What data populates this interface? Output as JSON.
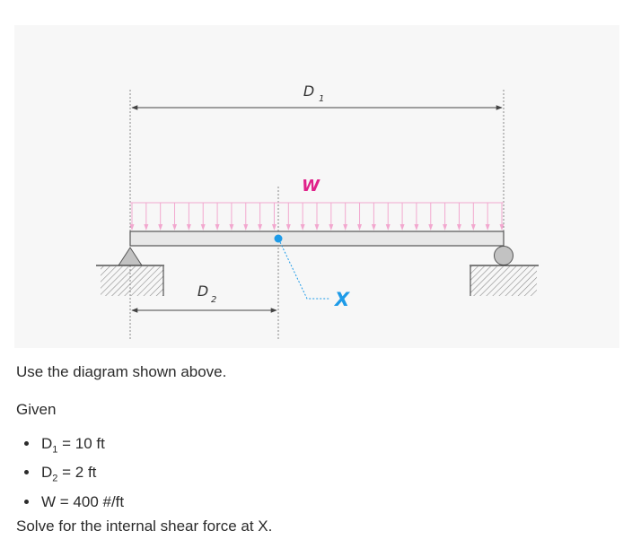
{
  "diagram": {
    "labels": {
      "d1": "D",
      "d1_sub": "1",
      "d2": "D",
      "d2_sub": "2",
      "load": "W",
      "point": "X"
    },
    "colors": {
      "load": "#e0218a",
      "load_arrows": "#f2a8cf",
      "point": "#1e9be8",
      "point_leader": "#1e9be8",
      "beam_fill": "#e8e8e8",
      "beam_stroke": "#555555",
      "support_fill": "#c2c2c2"
    }
  },
  "text": {
    "intro": "Use the diagram shown above.",
    "given_title": "Given",
    "given": [
      {
        "name": "D",
        "sub": "1",
        "rest": " = 10 ft"
      },
      {
        "name": "D",
        "sub": "2",
        "rest": " = 2 ft"
      },
      {
        "name": "W",
        "sub": "",
        "rest": " = 400 #/ft"
      }
    ],
    "question": "Solve for the internal shear force at X."
  }
}
